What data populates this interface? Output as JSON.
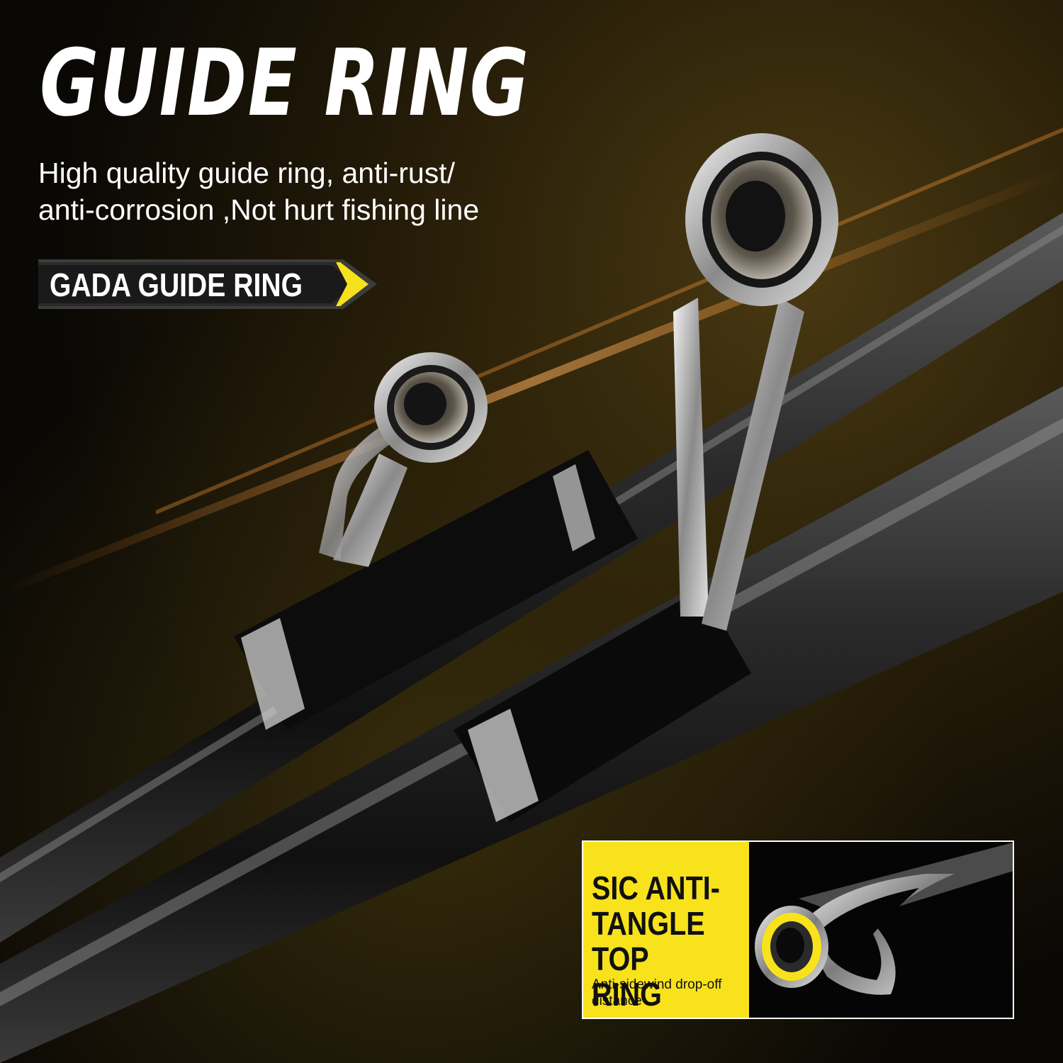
{
  "headline": "GUIDE RING",
  "description": {
    "line1": "High quality guide ring, anti-rust/",
    "line2": "anti-corrosion ,Not hurt fishing line"
  },
  "tag": {
    "label": "GADA GUIDE RING",
    "color": "#f5e11c"
  },
  "inset": {
    "title": "SIC ANTI-TANGLE TOP RING",
    "subtitle": "Anti-sidewind drop-off distance",
    "accent_color": "#f8e21c"
  },
  "palette": {
    "background": "#0b0906",
    "glow": "#ff8a2a",
    "rod": "#1c1c1c",
    "chrome": "#d8d8d8"
  }
}
